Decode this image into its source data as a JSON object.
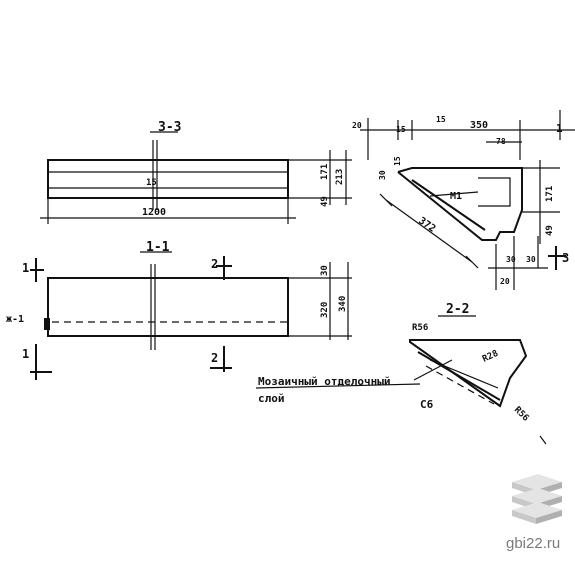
{
  "section_3_3": {
    "title": "3-3",
    "dim_length": "1200",
    "dim_height_1": "213",
    "dim_height_2": "171",
    "dim_small": "49",
    "dim_tick": "15"
  },
  "section_1_1": {
    "title": "1-1",
    "left_marker": "1",
    "right_marker": "2",
    "dim_top": "30",
    "dim_320": "320",
    "dim_340": "340",
    "left_label": "ж-1",
    "bottom_left_marker": "1",
    "bottom_right_marker": "2"
  },
  "profile_view": {
    "dim_top_total": "350",
    "dim_top_sub1": "20",
    "dim_top_sub2": "15",
    "dim_top_sub3": "15",
    "dim_78": "78",
    "dim_15": "15",
    "dim_30": "30",
    "label_m1": "М1",
    "dim_diag": "372",
    "dim_171": "171",
    "dim_49": "49",
    "dim_bottom_1": "30",
    "dim_bottom_2": "30",
    "dim_bottom_3": "20",
    "marker_3": "3",
    "marker_1": "1"
  },
  "section_2_2": {
    "title": "2-2",
    "r56_top": "R56",
    "r28": "R28",
    "r56_bottom": "R56",
    "label_c6": "С6"
  },
  "callout": {
    "line1": "Мозаичный отделочный",
    "line2": "слой"
  },
  "watermark": {
    "site": "gbi22.ru",
    "logo_icon": "stacked-slabs-icon",
    "logo_colors": [
      "#d9d9d9",
      "#bcbcbc",
      "#a5a5a5"
    ]
  }
}
